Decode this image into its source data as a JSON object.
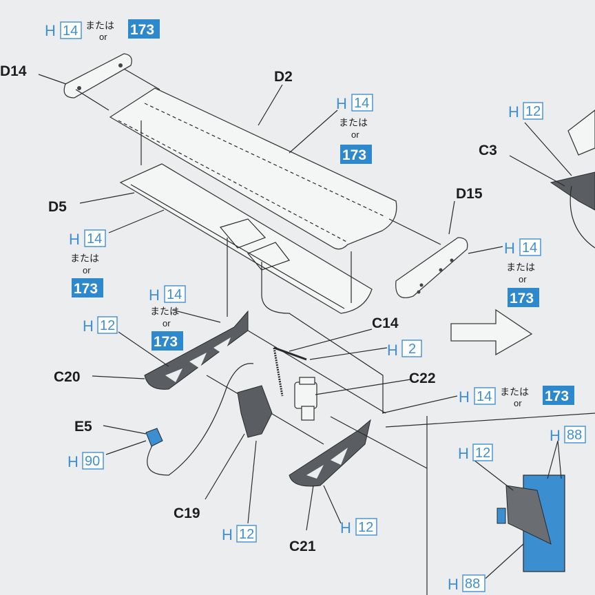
{
  "colors": {
    "paint_blue": "#3f8fd4",
    "tan_box": "#2e88cc",
    "part_blue": "#3b8ed0",
    "background": "#ebedee"
  },
  "text": {
    "mataha": "または",
    "or": "or",
    "paint_letter": "H"
  },
  "parts": {
    "D14": "D14",
    "D2": "D2",
    "D5": "D5",
    "D15": "D15",
    "C3": "C3",
    "C14": "C14",
    "C20": "C20",
    "C22": "C22",
    "E5": "E5",
    "C19": "C19",
    "C21": "C21"
  },
  "paint_codes": {
    "h14": "14",
    "h12": "12",
    "h2": "2",
    "h90": "90",
    "h88": "88",
    "tan173": "173"
  }
}
